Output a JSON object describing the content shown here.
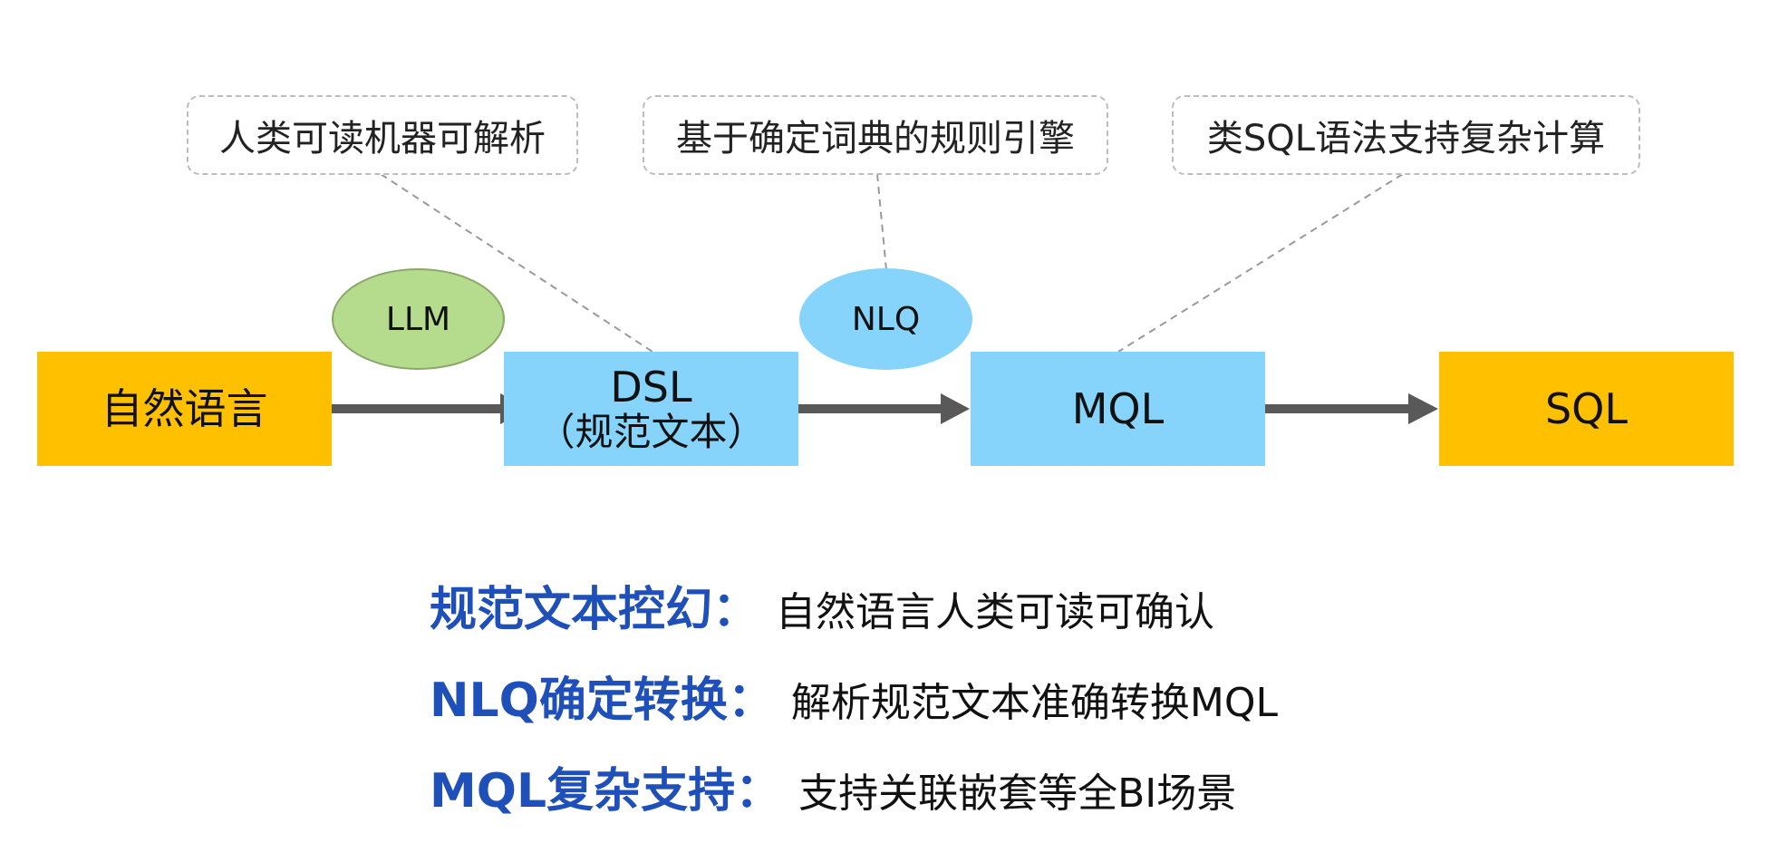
{
  "colors": {
    "source_target": "#FFC000",
    "intermediate": "#86D4FC",
    "llm_bubble": "#B4DC8C",
    "llm_bubble_border": "#8AA76A",
    "nlq_bubble": "#86D4FC",
    "arrow": "#595959",
    "connector": "#9a9a9a",
    "note_key": "#1F4FB8"
  },
  "callouts": [
    {
      "id": "dsl",
      "text": "人类可读机器可解析"
    },
    {
      "id": "nlq",
      "text": "基于确定词典的规则引擎"
    },
    {
      "id": "mql",
      "text": "类SQL语法支持复杂计算"
    }
  ],
  "nodes": [
    {
      "id": "natural-language",
      "text": "自然语言",
      "sub": ""
    },
    {
      "id": "dsl",
      "text": "DSL",
      "sub": "（规范文本）"
    },
    {
      "id": "mql",
      "text": "MQL",
      "sub": ""
    },
    {
      "id": "sql",
      "text": "SQL",
      "sub": ""
    }
  ],
  "bubbles": [
    {
      "id": "llm",
      "text": "LLM"
    },
    {
      "id": "nlq",
      "text": "NLQ"
    }
  ],
  "notes": [
    {
      "key": "规范文本控幻：",
      "value": "自然语言人类可读可确认"
    },
    {
      "key": "NLQ确定转换：",
      "value": "解析规范文本准确转换MQL"
    },
    {
      "key": "MQL复杂支持：",
      "value": "支持关联嵌套等全BI场景"
    }
  ]
}
